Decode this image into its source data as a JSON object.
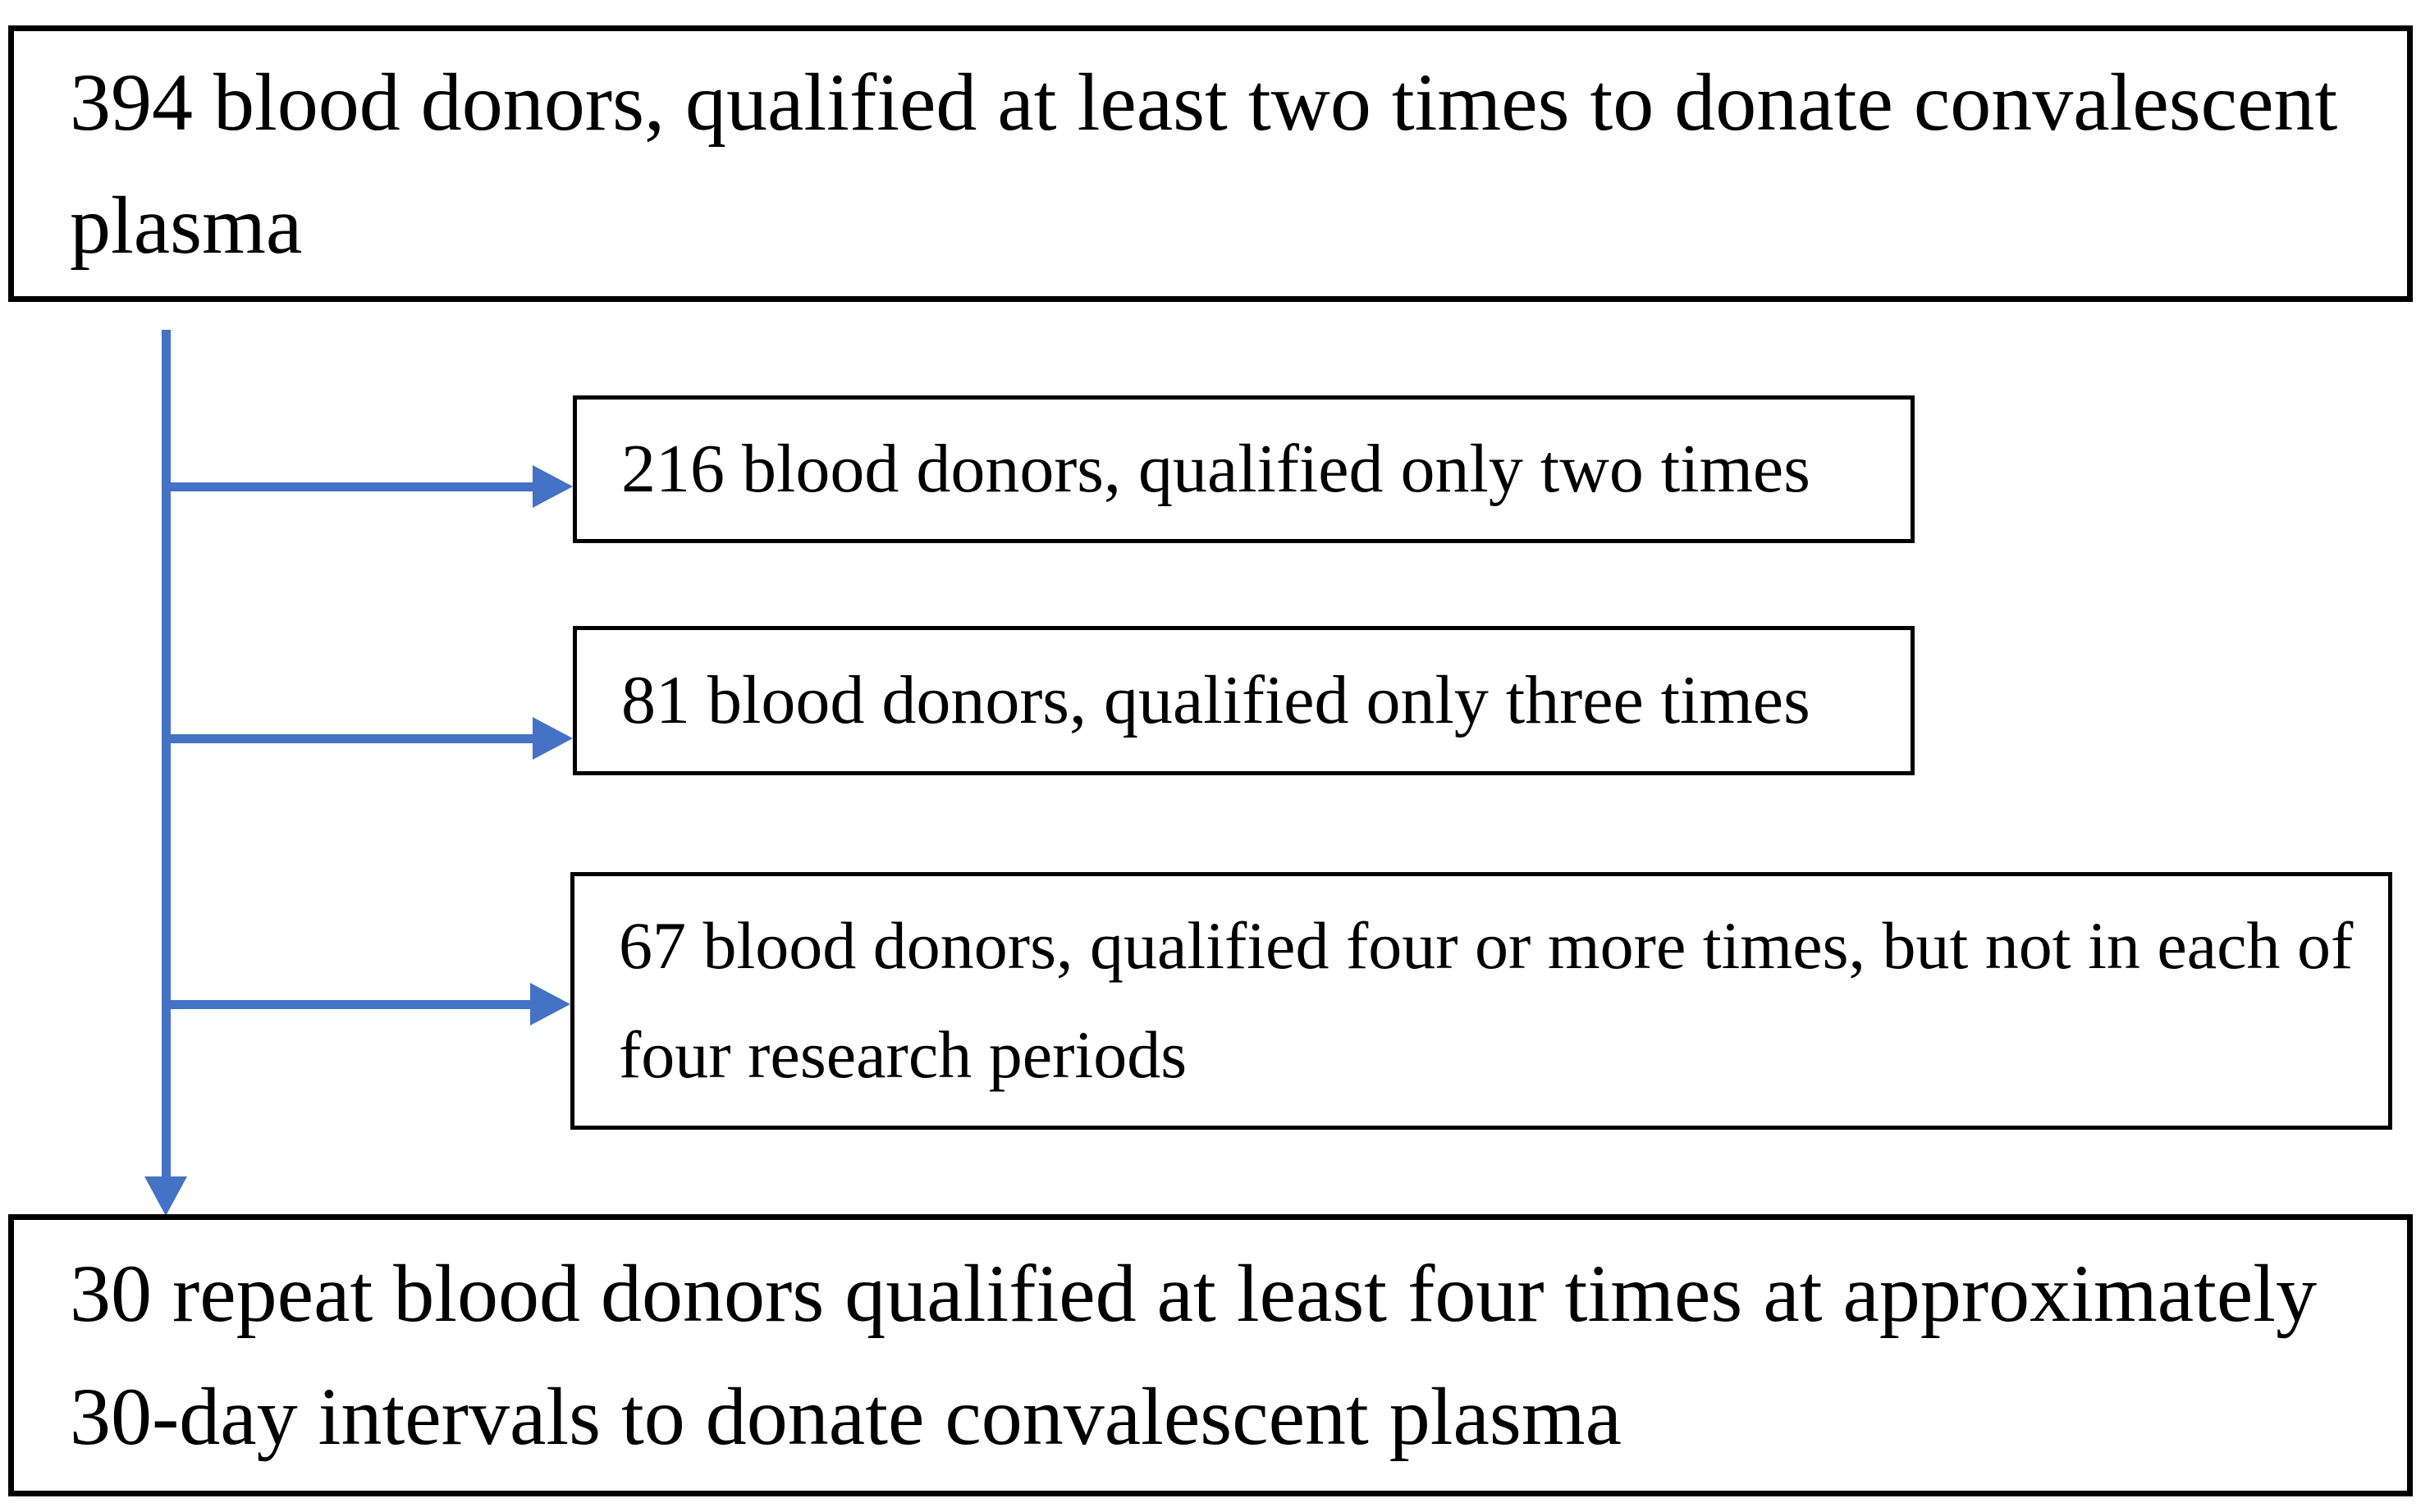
{
  "flowchart": {
    "source_box": {
      "text": "394 blood donors, qualified at least two times to donate convalescent plasma"
    },
    "branch_boxes": [
      {
        "text": "216 blood donors, qualified only two times"
      },
      {
        "text": "81 blood donors, qualified only three times"
      },
      {
        "text": "67 blood donors, qualified four or more times, but not in each of four research periods"
      }
    ],
    "result_box": {
      "text": "30 repeat blood donors qualified at least four times at approximately 30-day intervals to donate convalescent plasma"
    }
  },
  "colors": {
    "arrow": "#4472C4",
    "box_border": "#000000",
    "box_fill": "#FFFFFF",
    "text": "#000000",
    "background": "#FFFFFF"
  }
}
